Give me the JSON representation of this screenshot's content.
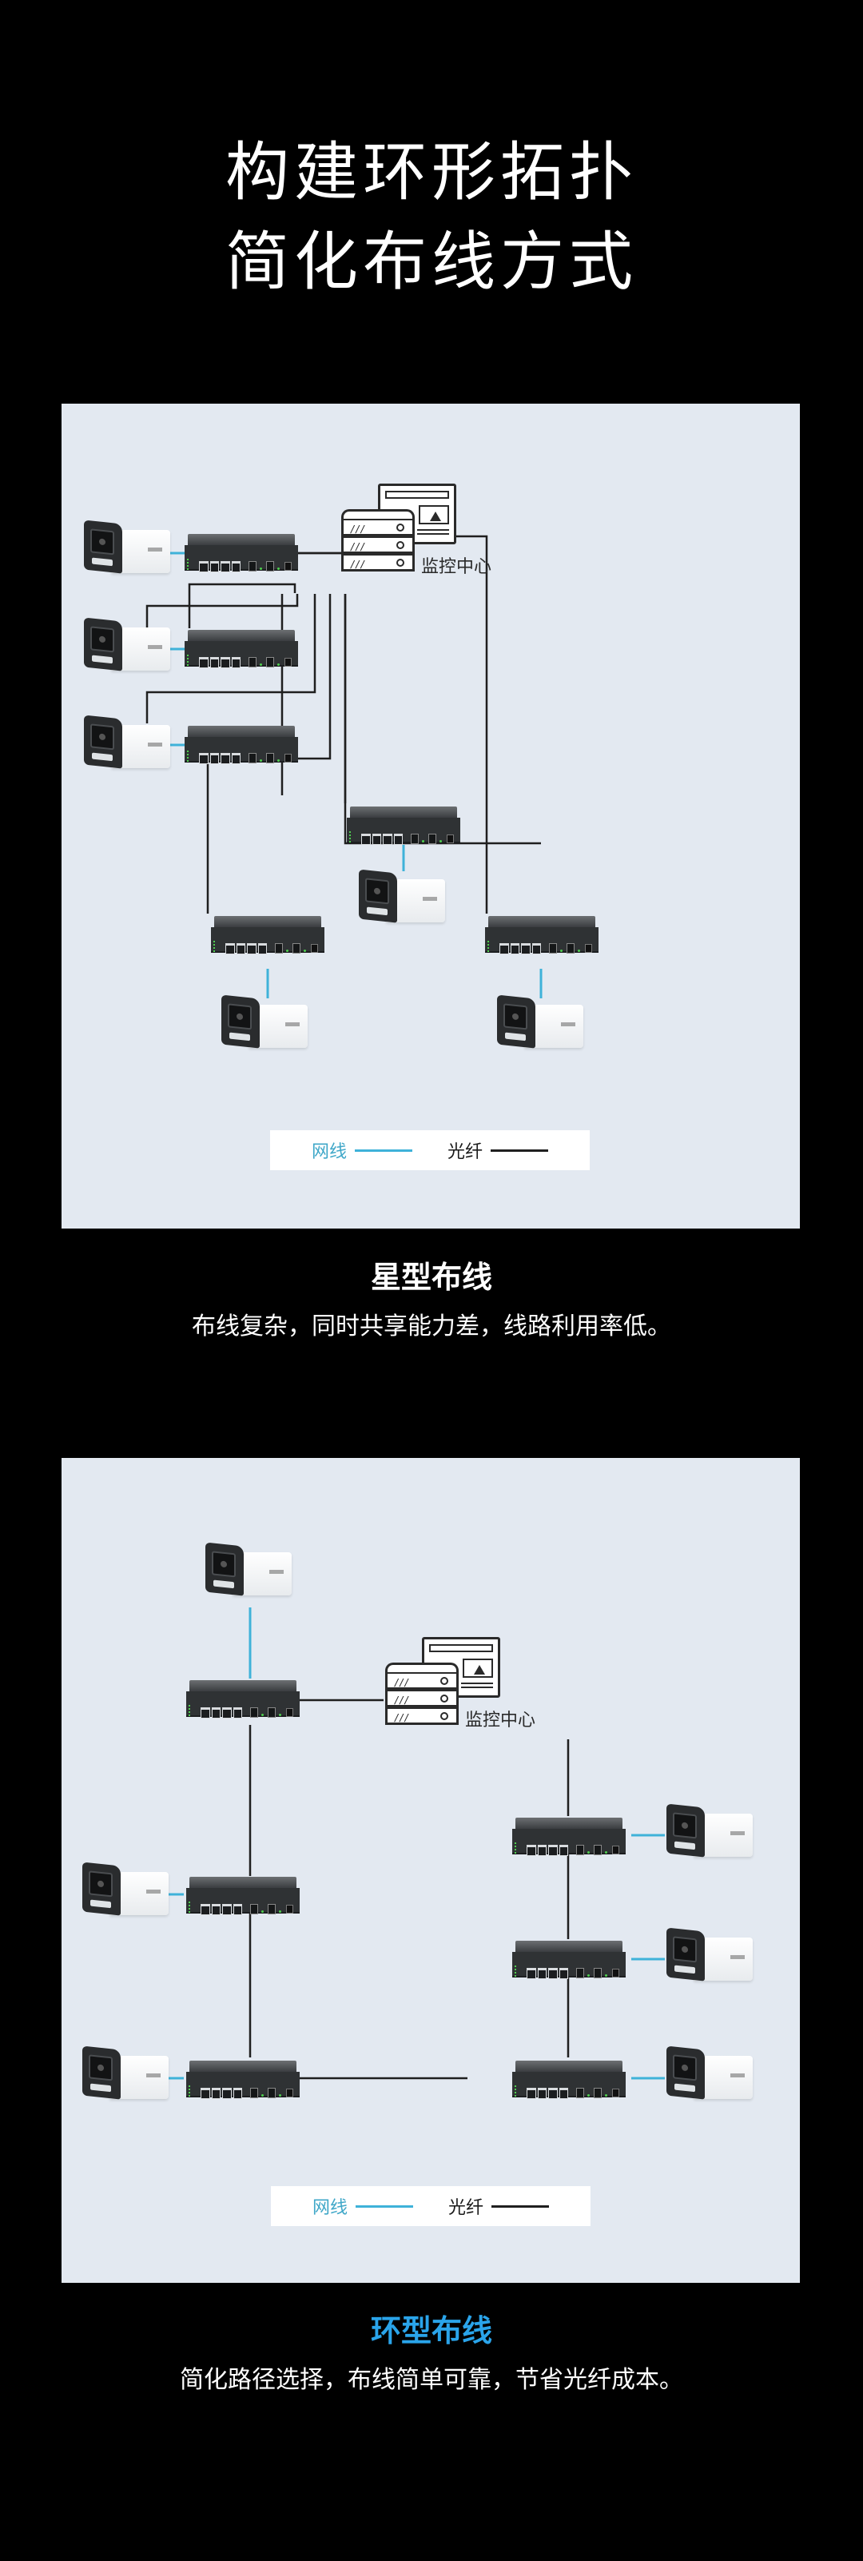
{
  "header": {
    "title_lines": [
      "构建环形拓扑",
      "简化布线方式"
    ]
  },
  "colors": {
    "page_bg": "#000000",
    "panel_bg": "#e3e9f1",
    "ethernet": "#3fb2d9",
    "fiber": "#1f1f1f",
    "ring_title": "#2aa4ea",
    "star_title": "#ffffff"
  },
  "legend": {
    "ethernet_label": "网线",
    "fiber_label": "光纤"
  },
  "star": {
    "center_label": "监控中心",
    "title": "星型布线",
    "description": "布线复杂，同时共享能力差，线路利用率低。",
    "switch_count": 6,
    "camera_count": 6
  },
  "ring": {
    "center_label": "监控中心",
    "title": "环型布线",
    "description": "简化路径选择，布线简单可靠，节省光纤成本。",
    "switch_count": 6,
    "camera_count": 6
  }
}
